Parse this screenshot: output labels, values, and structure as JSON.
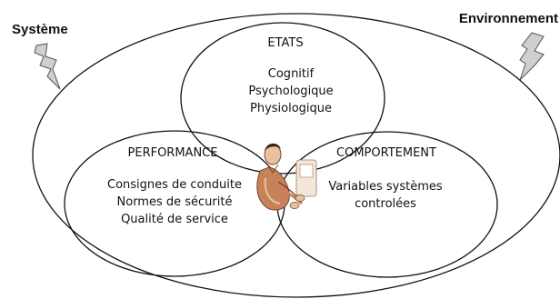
{
  "labels": {
    "systeme": "Système",
    "environnement": "Environnement"
  },
  "circles": {
    "etats": {
      "title": "ETATS",
      "items": [
        "Cognitif",
        "Psychologique",
        "Physiologique"
      ]
    },
    "performance": {
      "title": "PERFORMANCE",
      "items": [
        "Consignes de conduite",
        "Normes de sécurité",
        "Qualité de service"
      ]
    },
    "comportement": {
      "title": "COMPORTEMENT",
      "items": [
        "Variables systèmes",
        "controlées"
      ]
    }
  },
  "icons": {
    "lightning_left": "lightning-bolt-icon",
    "lightning_right": "lightning-bolt-icon",
    "person": "driver-person-illustration"
  },
  "colors": {
    "stroke": "#111111",
    "bolt_fill": "#c8c8c8",
    "skin": "#c8825a",
    "skin_light": "#e8c2a0"
  }
}
